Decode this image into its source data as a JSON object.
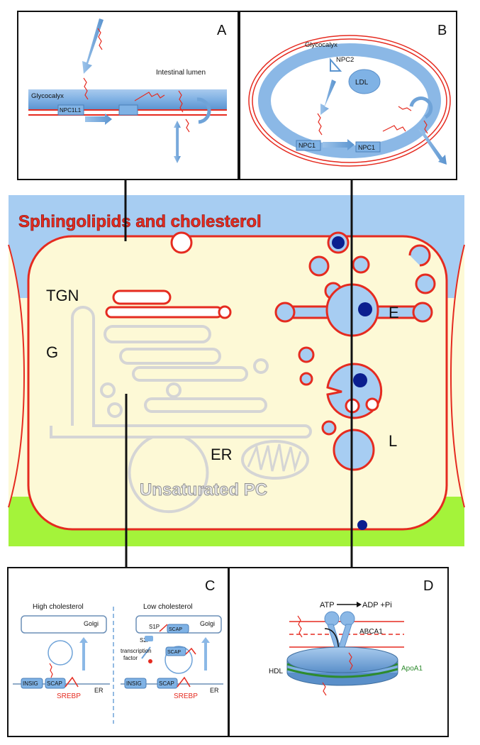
{
  "panels": {
    "a": {
      "letter": "A",
      "intestinal_lumen": "Intestinal lumen",
      "glycocalyx": "Glycocalyx",
      "npc1l1": "NPC1L1"
    },
    "b": {
      "letter": "B",
      "glycocalyx": "Glycocalyx",
      "npc2": "NPC2",
      "ldl": "LDL",
      "npc1_left": "NPC1",
      "npc1_right": "NPC1"
    },
    "c": {
      "letter": "C",
      "high_cholesterol": "High cholesterol",
      "low_cholesterol": "Low cholesterol",
      "golgi_left": "Golgi",
      "golgi_right": "Golgi",
      "s1p": "S1P",
      "s2p": "S2P",
      "transcription_factor_1": "transcription",
      "transcription_factor_2": "factor",
      "scap_golgi": "SCAP",
      "scap_vesicle": "SCAP",
      "scap_er_left": "SCAP",
      "scap_er_right": "SCAP",
      "insig_left": "INSIG",
      "insig_right": "INSIG",
      "srebp_left": "SREBP",
      "srebp_right": "SREBP",
      "er_left": "ER",
      "er_right": "ER"
    },
    "d": {
      "letter": "D",
      "atp": "ATP",
      "adp_pi": "ADP +Pi",
      "abca1": "ABCA1",
      "hdl": "HDL",
      "apoa1": "ApoA1"
    }
  },
  "cell": {
    "banner": "Sphingolipids and cholesterol",
    "tgn": "TGN",
    "g": "G",
    "er": "ER",
    "e": "E",
    "l": "L",
    "unsaturated": "Unsaturated PC"
  },
  "colors": {
    "membrane_red": "#e52b20",
    "lumen_blue": "#a7cdf2",
    "cytoplasm": "#fdf9d6",
    "basal_green": "#a4f33a",
    "organelle_gray": "#d5d5d5",
    "cargo_navy": "#0b1f8f",
    "protein_blue": "#7fb2e5",
    "apoa1_green": "#2e8b2e"
  }
}
